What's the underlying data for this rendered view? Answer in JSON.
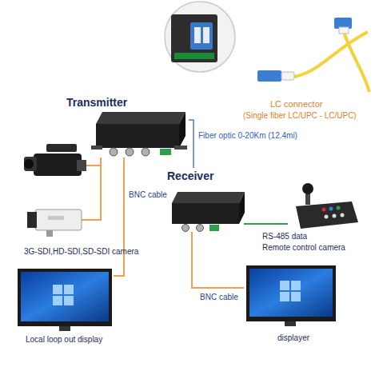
{
  "diagram": {
    "nodes": [
      {
        "text": [
          "Transmitter"
        ]
      },
      {
        "text": [
          "3G-SDI,HD-SDI,SD-SDI camera"
        ]
      },
      {
        "text": [
          "Local loop out display"
        ]
      },
      {
        "text": [
          "Receiver"
        ]
      },
      {
        "text": [
          "RS-485 data",
          "Remote control camera"
        ]
      },
      {
        "text": [
          "displayer"
        ]
      }
    ],
    "edges": [
      {
        "from": 1,
        "to": 0,
        "arrow": "none"
      },
      {
        "from": 0,
        "to": 2,
        "label": "BNC cable",
        "arrow": "none"
      },
      {
        "from": 0,
        "to": 3,
        "label": "Fiber optic 0-20Km (12.4mi)",
        "arrow": "none"
      },
      {
        "from": 3,
        "to": 4,
        "arrow": "none"
      },
      {
        "from": 3,
        "to": 5,
        "label": "BNC cable",
        "arrow": "none"
      }
    ],
    "labels": [
      "LC connector",
      "(Single fiber LC/UPC - LC/UPC)"
    ]
  }
}
